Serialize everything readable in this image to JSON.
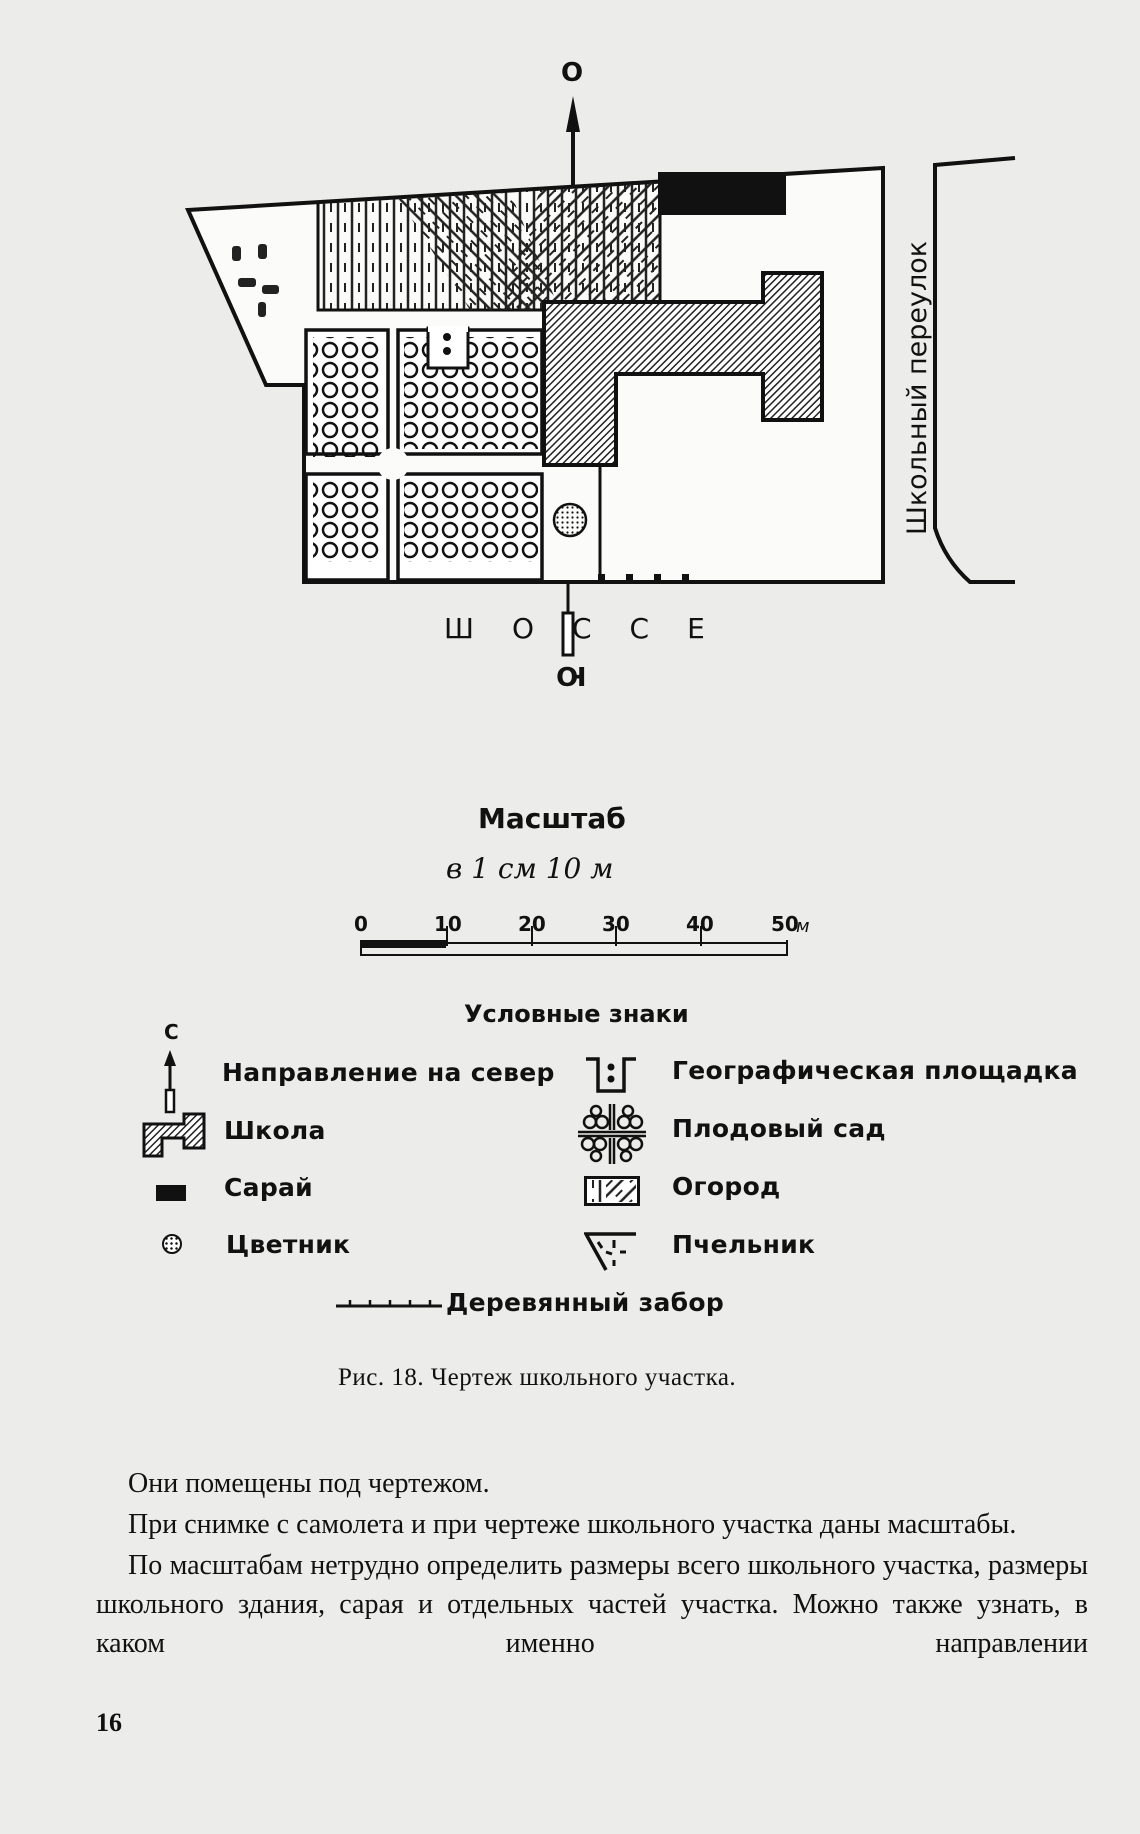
{
  "map": {
    "compass_north": "О",
    "compass_south": "Ю",
    "road_bottom": "ШОССЕ",
    "road_right": "Школьный переулок"
  },
  "scale": {
    "title": "Масштаб",
    "subtitle": "в 1 см 10 м",
    "ticks": [
      "0",
      "10",
      "20",
      "30",
      "40",
      "50"
    ],
    "unit": "м"
  },
  "legend": {
    "title": "Условные знаки",
    "north_letter": "С",
    "items": [
      {
        "icon": "north-arrow-icon",
        "label": "Направление на север"
      },
      {
        "icon": "school-icon",
        "label": "Школа"
      },
      {
        "icon": "barn-icon",
        "label": "Сарай"
      },
      {
        "icon": "flowerbed-icon",
        "label": "Цветник"
      },
      {
        "icon": "geo-site-icon",
        "label": "Географическая площадка"
      },
      {
        "icon": "orchard-icon",
        "label": "Плодовый сад"
      },
      {
        "icon": "vegetable-garden-icon",
        "label": "Огород"
      },
      {
        "icon": "apiary-icon",
        "label": "Пчельник"
      },
      {
        "icon": "wooden-fence-icon",
        "label": "Деревянный забор"
      }
    ]
  },
  "caption": "Рис. 18. Чертеж школьного участка.",
  "body": {
    "paragraphs": [
      "Они помещены под чертежом.",
      "При снимке с самолета и при чертеже школьного участка даны масштабы.",
      "По масштабам нетрудно определить размеры всего школьного участка, размеры школьного здания, сарая и отдельных частей участка. Можно также узнать, в каком именно направлении"
    ]
  },
  "page_number": "16"
}
